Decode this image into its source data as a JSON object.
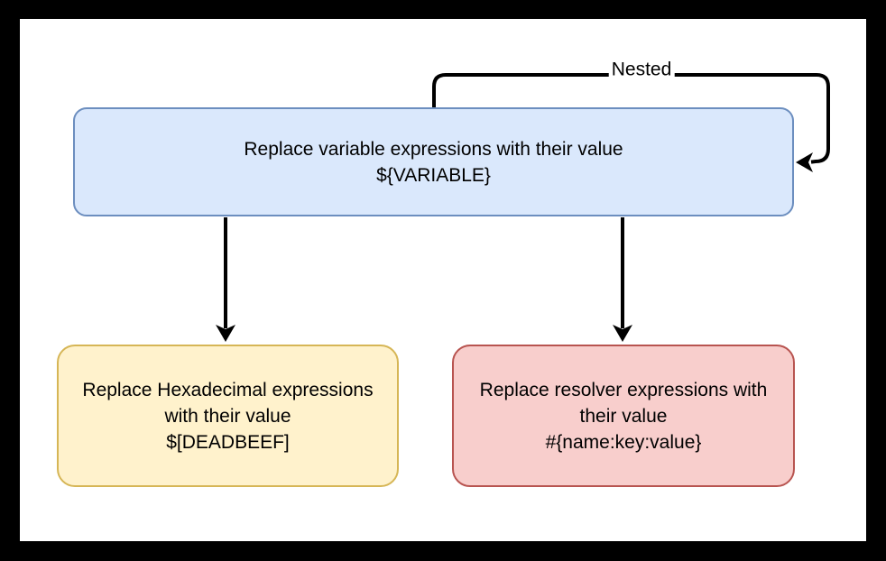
{
  "diagram": {
    "frame_color": "#000000",
    "canvas_background": "#ffffff",
    "arrow_color": "#000000",
    "text_color": "#000000",
    "nodes": {
      "variable": {
        "text": "Replace variable expressions with their value\n${VARIABLE}",
        "fill": "#dae8fc",
        "stroke": "#6c8ebf"
      },
      "hexadecimal": {
        "text": "Replace Hexadecimal expressions\nwith their value\n$[DEADBEEF]",
        "fill": "#fff2cc",
        "stroke": "#d6b656"
      },
      "resolver": {
        "text": "Replace resolver expressions with\ntheir value\n#{name:key:value}",
        "fill": "#f8cecc",
        "stroke": "#b85450"
      }
    },
    "edges": {
      "nested_loop": {
        "label": "Nested"
      }
    }
  }
}
